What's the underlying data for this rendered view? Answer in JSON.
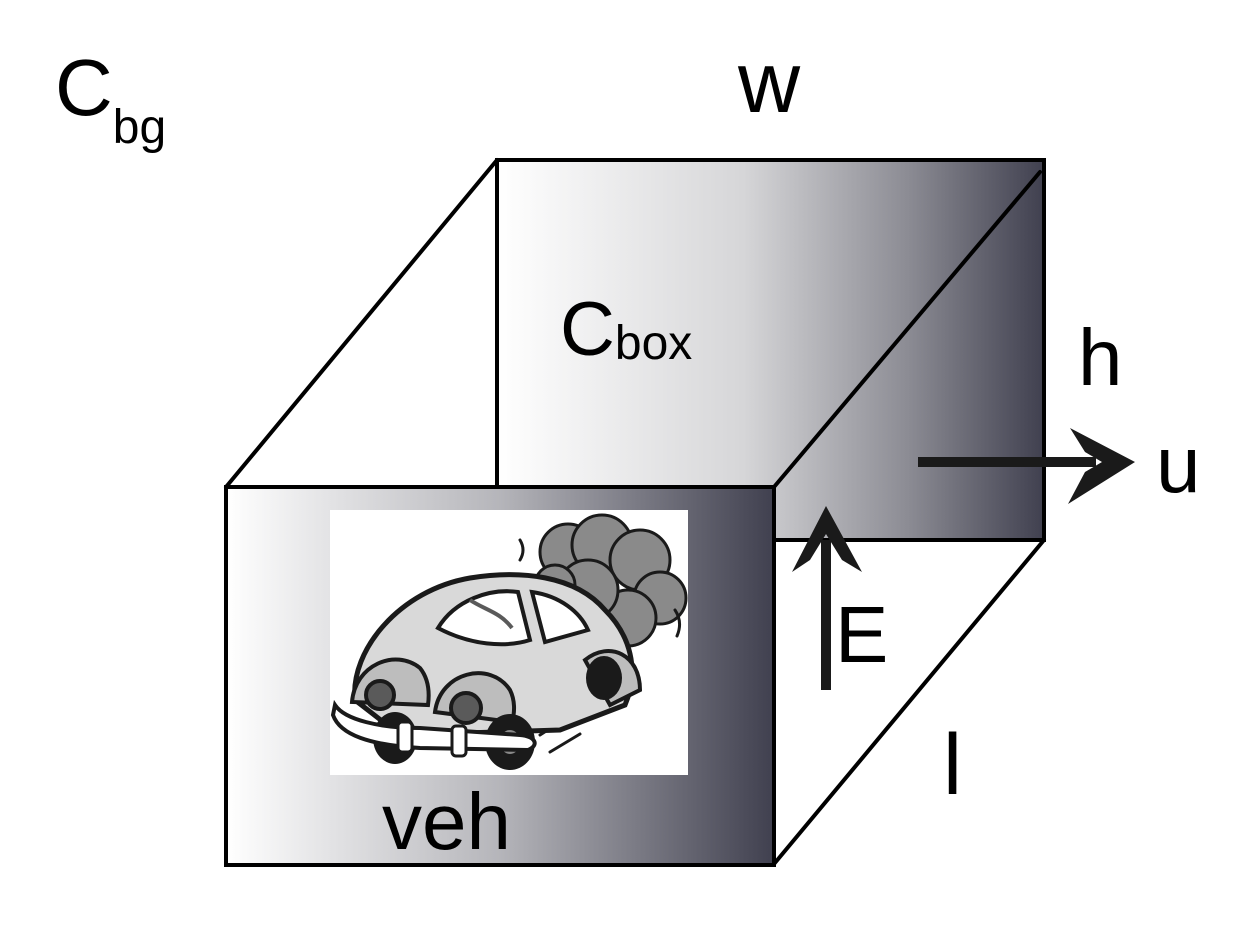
{
  "labels": {
    "bg_main": "C",
    "bg_sub": "bg",
    "width": "w",
    "box_main": "C",
    "box_sub": "box",
    "height": "h",
    "wind": "u",
    "emission": "E",
    "length": "l",
    "vehicle": "veh"
  },
  "colors": {
    "gradient_light": "#ffffff",
    "gradient_mid": "#a9a9af",
    "gradient_dark": "#40404f",
    "edge": "#000000",
    "arrow": "#000000",
    "car_body": "#d9d9d9",
    "car_dark": "#5a5a5a",
    "smoke": "#8a8a8a"
  },
  "icons": {
    "vehicle": "car-with-exhaust-icon",
    "wind_arrow": "arrow-right-icon",
    "emission_arrow": "arrow-up-icon"
  }
}
